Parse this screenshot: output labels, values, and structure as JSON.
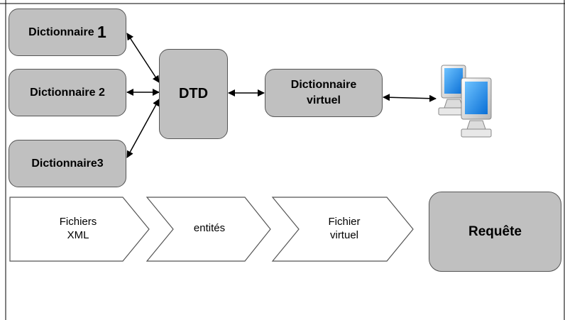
{
  "dictionaries": [
    {
      "label": "Dictionnaire ",
      "suffix": "1"
    },
    {
      "label": "Dictionnaire 2"
    },
    {
      "label": "Dictionnaire3"
    }
  ],
  "dtd": {
    "label": "DTD"
  },
  "virtual_dictionary": {
    "label": "Dictionnaire\nvirtuel"
  },
  "computer_icon": "networked-computers-icon",
  "chevrons": [
    {
      "label": "Fichiers\nXML"
    },
    {
      "label": "entités"
    },
    {
      "label": "Fichier\nvirtuel"
    }
  ],
  "query": {
    "label": "Requête"
  },
  "colors": {
    "box_fill": "#c0c0c0",
    "box_border": "#555555",
    "arrow": "#000000",
    "monitor_blue": "#1e90e8"
  }
}
